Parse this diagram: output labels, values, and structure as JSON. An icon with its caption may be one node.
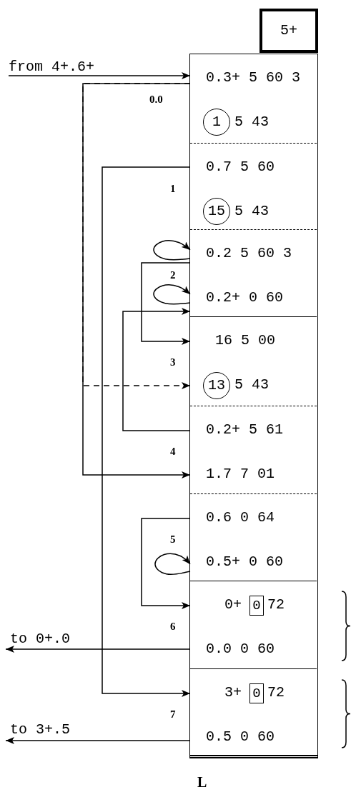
{
  "diagram": {
    "nodes": [
      {
        "text": [
          "5+"
        ]
      },
      {
        "text": [
          "from 4+.6+"
        ]
      },
      {
        "text": [],
        "shape": "box",
        "beside": [
          "L"
        ]
      },
      {
        "text": [
          "0.3+ 5 60 3",
          "5 43"
        ],
        "in": 2,
        "beside": [
          "0.0"
        ]
      },
      {
        "text": [
          "1"
        ],
        "in": 3
      },
      {
        "text": [
          "0.7 5 60",
          "5 43"
        ],
        "in": 2,
        "beside": [
          "1"
        ]
      },
      {
        "text": [
          "15"
        ],
        "in": 5
      },
      {
        "text": [
          "0.2 5 60 3",
          "0.2+ 0 60"
        ],
        "in": 2,
        "beside": [
          "2"
        ]
      },
      {
        "text": [
          "16 5 00",
          "5 43"
        ],
        "in": 2,
        "beside": [
          "3"
        ]
      },
      {
        "text": [
          "13"
        ],
        "in": 8
      },
      {
        "text": [
          "0.2+ 5 61",
          "1.7 7 01"
        ],
        "in": 2,
        "beside": [
          "4"
        ]
      },
      {
        "text": [
          "0.6 0 64",
          "0.5+ 0 60"
        ],
        "in": 2,
        "beside": [
          "5"
        ]
      },
      {
        "text": [
          "0+",
          "72",
          "0.0 0 60"
        ],
        "in": 2,
        "beside": [
          "6"
        ]
      },
      {
        "text": [
          "0"
        ],
        "in": 12
      },
      {
        "text": [
          "3+",
          "72",
          "0.5 0 60"
        ],
        "in": 2,
        "beside": [
          "7"
        ]
      },
      {
        "text": [
          "0"
        ],
        "in": 14
      },
      {
        "text": [
          "to 0+.0"
        ]
      },
      {
        "text": [
          "to 3+.5"
        ]
      }
    ],
    "edges": [
      {
        "from": 1,
        "to": 3,
        "arrow": "to"
      },
      {
        "from": 3,
        "to": 8,
        "arrow": "to",
        "style": "dashed"
      },
      {
        "from": 3,
        "to": 10,
        "arrow": "to"
      },
      {
        "from": 5,
        "to": 14,
        "arrow": "to"
      },
      {
        "from": 7,
        "to": 7,
        "arrow": "to"
      },
      {
        "from": 7,
        "to": 7,
        "arrow": "to"
      },
      {
        "from": 7,
        "to": 8,
        "arrow": "to"
      },
      {
        "from": 10,
        "to": 7,
        "arrow": "to"
      },
      {
        "from": 11,
        "to": 12,
        "arrow": "to"
      },
      {
        "from": 11,
        "to": 11,
        "arrow": "to"
      },
      {
        "from": 12,
        "to": 16,
        "arrow": "to"
      },
      {
        "from": 14,
        "to": 17,
        "arrow": "to"
      }
    ]
  }
}
